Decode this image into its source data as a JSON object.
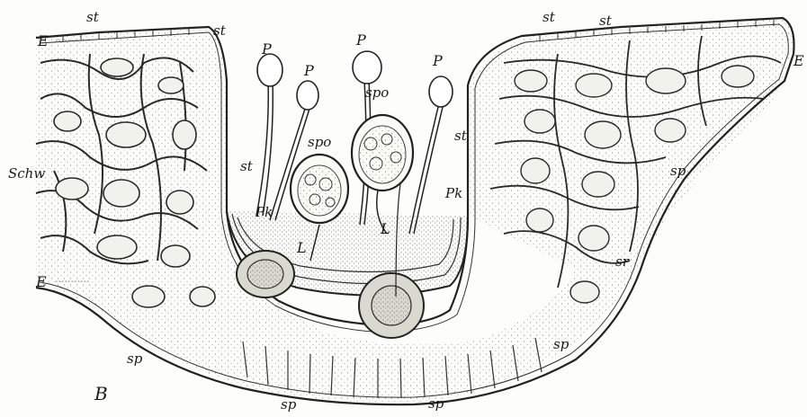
{
  "figure": {
    "panel_label": "B",
    "labels": {
      "st": "st",
      "E": "E",
      "L": "L",
      "P": "P",
      "spo": "spo",
      "Schw": "Schw",
      "Pk": "Pk",
      "sp": "sp",
      "sr": "sr"
    }
  }
}
